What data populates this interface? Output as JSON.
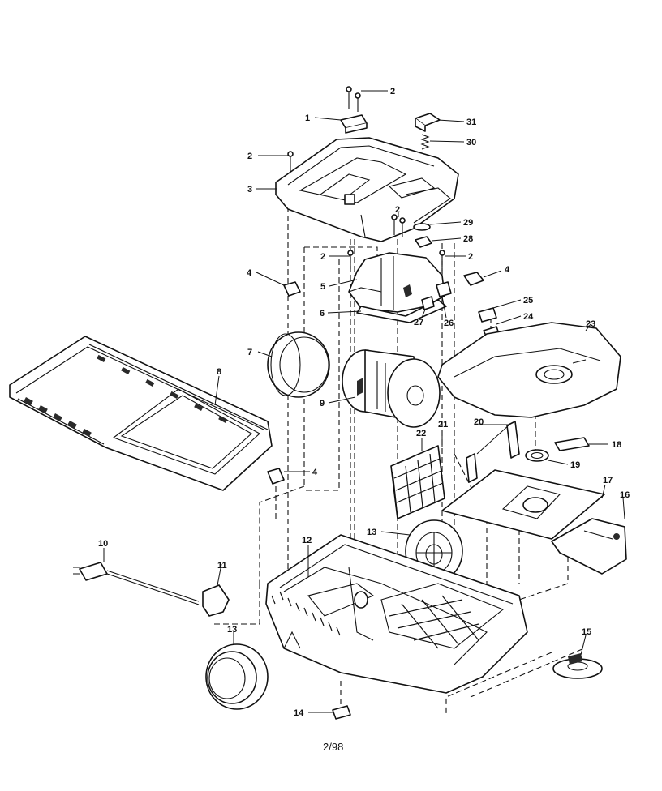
{
  "footer": {
    "code": "2/98"
  },
  "callouts": [
    {
      "id": "c2a",
      "label": "2"
    },
    {
      "id": "c1",
      "label": "1"
    },
    {
      "id": "c31",
      "label": "31"
    },
    {
      "id": "c30",
      "label": "30"
    },
    {
      "id": "c2b",
      "label": "2"
    },
    {
      "id": "c3",
      "label": "3"
    },
    {
      "id": "c2c",
      "label": "2"
    },
    {
      "id": "c29",
      "label": "29"
    },
    {
      "id": "c28",
      "label": "28"
    },
    {
      "id": "c2d",
      "label": "2"
    },
    {
      "id": "c2e",
      "label": "2"
    },
    {
      "id": "c4a",
      "label": "4"
    },
    {
      "id": "c4b",
      "label": "4"
    },
    {
      "id": "c5",
      "label": "5"
    },
    {
      "id": "c6",
      "label": "6"
    },
    {
      "id": "c27",
      "label": "27"
    },
    {
      "id": "c26",
      "label": "26"
    },
    {
      "id": "c25",
      "label": "25"
    },
    {
      "id": "c24",
      "label": "24"
    },
    {
      "id": "c23",
      "label": "23"
    },
    {
      "id": "c7",
      "label": "7"
    },
    {
      "id": "c8",
      "label": "8"
    },
    {
      "id": "c9",
      "label": "9"
    },
    {
      "id": "c22",
      "label": "22"
    },
    {
      "id": "c21",
      "label": "21"
    },
    {
      "id": "c20",
      "label": "20"
    },
    {
      "id": "c18",
      "label": "18"
    },
    {
      "id": "c19",
      "label": "19"
    },
    {
      "id": "c4c",
      "label": "4"
    },
    {
      "id": "c17",
      "label": "17"
    },
    {
      "id": "c16",
      "label": "16"
    },
    {
      "id": "c13a",
      "label": "13"
    },
    {
      "id": "c10",
      "label": "10"
    },
    {
      "id": "c12",
      "label": "12"
    },
    {
      "id": "c11",
      "label": "11"
    },
    {
      "id": "c13b",
      "label": "13"
    },
    {
      "id": "c15",
      "label": "15"
    },
    {
      "id": "c14",
      "label": "14"
    }
  ]
}
